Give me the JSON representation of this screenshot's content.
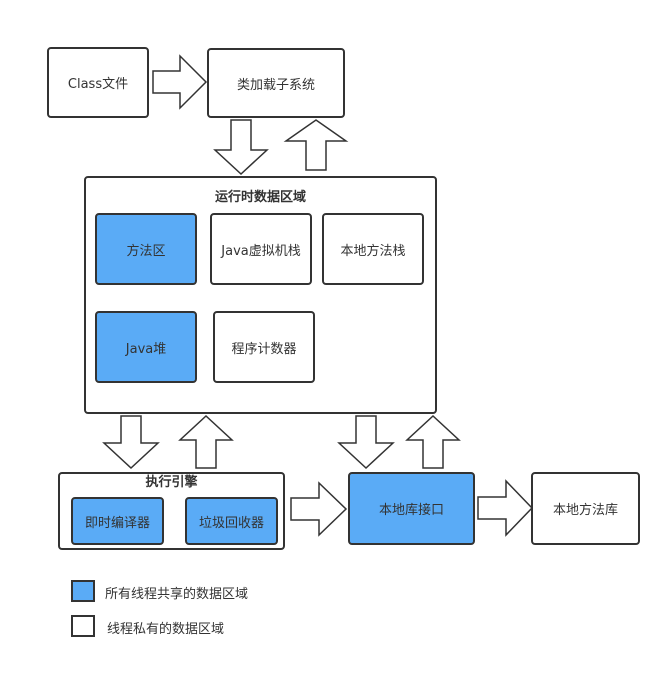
{
  "colors": {
    "shared": "#5aabf6",
    "private": "#ffffff",
    "stroke": "#333333"
  },
  "nodes": {
    "class_file": "Class文件",
    "class_loader": "类加载子系统",
    "runtime_area": "运行时数据区域",
    "method_area": "方法区",
    "jvm_stack": "Java虚拟机栈",
    "native_method_stack": "本地方法栈",
    "java_heap": "Java堆",
    "pc_register": "程序计数器",
    "execution_engine": "执行引擎",
    "jit_compiler": "即时编译器",
    "garbage_collector": "垃圾回收器",
    "native_interface": "本地库接口",
    "native_library": "本地方法库"
  },
  "legend": {
    "shared": "所有线程共享的数据区域",
    "private": "线程私有的数据区域"
  }
}
